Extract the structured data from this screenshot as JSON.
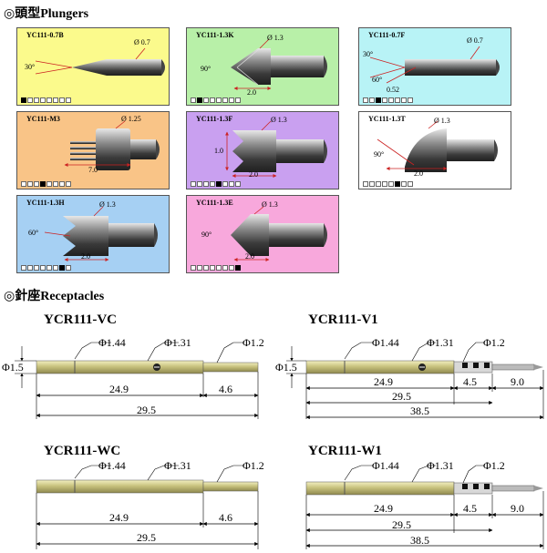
{
  "sections": {
    "plungers_title": "◎頭型Plungers",
    "receptacles_title": "◎針座Receptacles"
  },
  "colors": {
    "yellow": "#fbfa8c",
    "green": "#b8f0a8",
    "cyan": "#b8f3f6",
    "orange": "#f9c487",
    "purple": "#c9a0f0",
    "white": "#ffffff",
    "blue": "#a6d0f3",
    "pink": "#f8a8dc",
    "barrel": "#c9c486",
    "dim_red": "#cc2222"
  },
  "plungers": [
    {
      "code": "YC111-0.7B",
      "diameter": "Ø 0.7",
      "angle": "30°",
      "square_on": 0
    },
    {
      "code": "YC111-1.3K",
      "diameter": "Ø 1.3",
      "angle": "90°",
      "length": "2.0",
      "square_on": 1
    },
    {
      "code": "YC111-0.7F",
      "diameter": "Ø 0.7",
      "angle": "30°",
      "angle2": "60°",
      "length": "0.52",
      "square_on": 2
    },
    {
      "code": "YC111-M3",
      "diameter": "Ø 1.25",
      "length": "7.0",
      "square_on": 3
    },
    {
      "code": "YC111-1.3F",
      "diameter": "Ø 1.3",
      "height": "1.0",
      "length": "2.0",
      "square_on": 4
    },
    {
      "code": "YC111-1.3T",
      "diameter": "Ø 1.3",
      "angle": "90°",
      "length": "2.0",
      "square_on": 5
    },
    {
      "code": "YC111-1.3H",
      "diameter": "Ø 1.3",
      "angle": "60°",
      "length": "2.0",
      "square_on": 6
    },
    {
      "code": "YC111-1.3E",
      "diameter": "Ø 1.3",
      "angle": "90°",
      "length": "2.0",
      "square_on": 7
    }
  ],
  "receptacles": [
    {
      "name": "YCR111-VC",
      "side_diameter": "Φ1.5",
      "d1": "Φ1.44",
      "d2": "Φ1.31",
      "d3": "Φ1.2",
      "len_a": "24.9",
      "len_b": "4.6",
      "len_total": "29.5"
    },
    {
      "name": "YCR111-V1",
      "side_diameter": "Φ1.5",
      "d1": "Φ1.44",
      "d2": "Φ1.31",
      "d3": "Φ1.2",
      "len_a": "24.9",
      "len_b": "4.5",
      "len_c": "9.0",
      "len_mid": "29.5",
      "len_total": "38.5"
    },
    {
      "name": "YCR111-WC",
      "d1": "Φ1.44",
      "d2": "Φ1.31",
      "d3": "Φ1.2",
      "len_a": "24.9",
      "len_b": "4.6",
      "len_total": "29.5"
    },
    {
      "name": "YCR111-W1",
      "d1": "Φ1.44",
      "d2": "Φ1.31",
      "d3": "Φ1.2",
      "len_a": "24.9",
      "len_b": "4.5",
      "len_c": "9.0",
      "len_mid": "29.5",
      "len_total": "38.5"
    }
  ]
}
